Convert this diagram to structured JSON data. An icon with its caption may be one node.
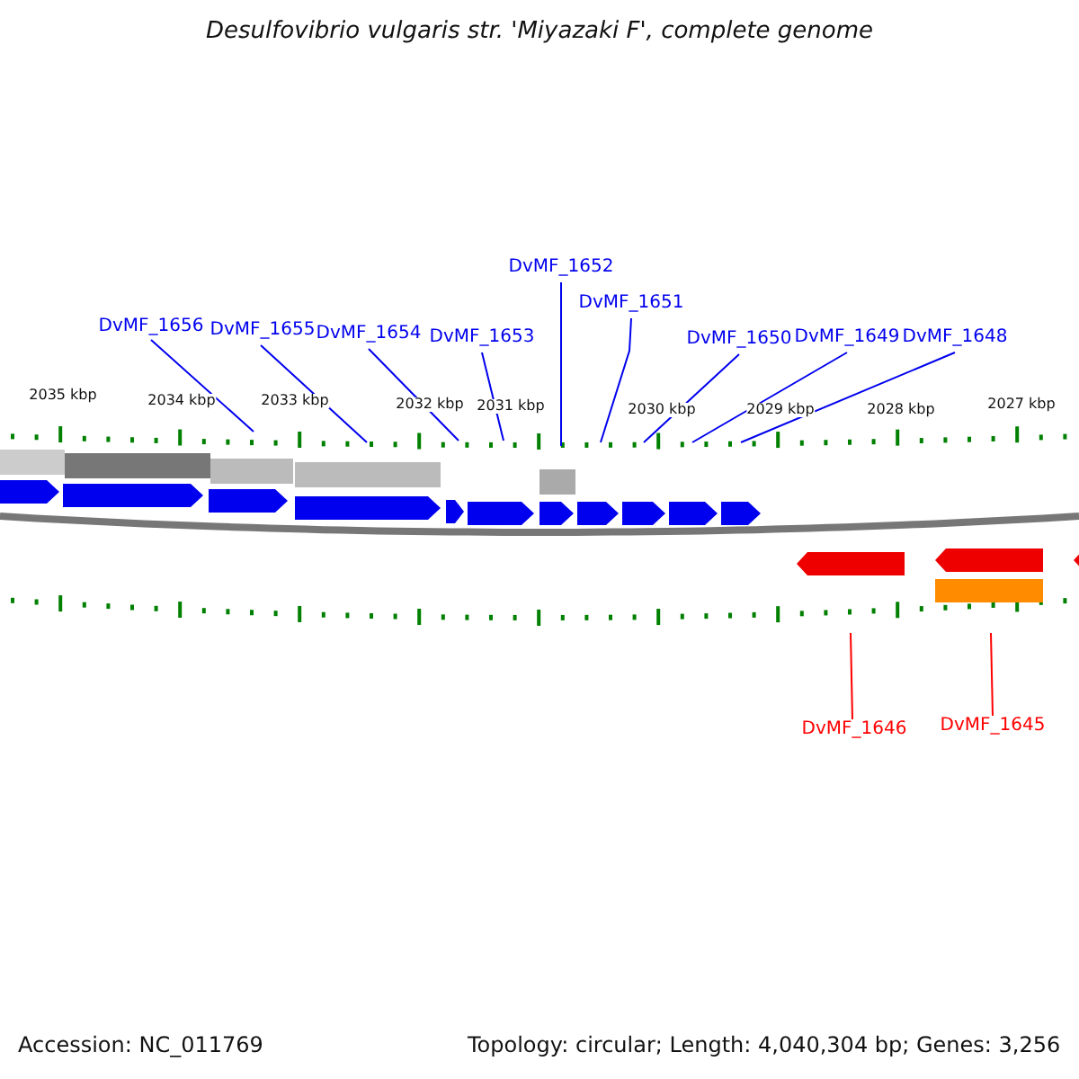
{
  "diagram": {
    "title": "Desulfovibrio vulgaris str. 'Miyazaki F', complete genome",
    "nodes": [
      {
        "text": [
          "DvMF_1656"
        ]
      },
      {
        "text": [
          "DvMF_1655"
        ]
      },
      {
        "text": [
          "DvMF_1654"
        ]
      },
      {
        "text": [
          "DvMF_1653"
        ]
      },
      {
        "text": [
          "DvMF_1652"
        ]
      },
      {
        "text": [
          "DvMF_1651"
        ]
      },
      {
        "text": [
          "DvMF_1650"
        ]
      },
      {
        "text": [
          "DvMF_1649"
        ]
      },
      {
        "text": [
          "DvMF_1648"
        ]
      },
      {
        "text": [
          "DvMF_1646"
        ]
      },
      {
        "text": [
          "DvMF_1645"
        ]
      }
    ],
    "edges": [
      {
        "from": 0,
        "to": null,
        "arrow": "none"
      },
      {
        "from": 1,
        "to": null,
        "arrow": "none"
      },
      {
        "from": 2,
        "to": null,
        "arrow": "none"
      },
      {
        "from": 3,
        "to": null,
        "arrow": "none"
      },
      {
        "from": 4,
        "to": null,
        "arrow": "none"
      },
      {
        "from": 5,
        "to": null,
        "arrow": "none"
      },
      {
        "from": 6,
        "to": null,
        "arrow": "none"
      },
      {
        "from": 7,
        "to": null,
        "arrow": "none"
      },
      {
        "from": 8,
        "to": null,
        "arrow": "none"
      },
      {
        "from": 9,
        "to": null,
        "arrow": "none",
        "color": "#ff0000"
      },
      {
        "from": 10,
        "to": null,
        "arrow": "none",
        "color": "#ff0000"
      }
    ],
    "labels": [
      "2035 kbp",
      "2034 kbp",
      "2033 kbp",
      "2032 kbp",
      "2031 kbp",
      "2030 kbp",
      "2029 kbp",
      "2028 kbp",
      "2027 kbp",
      "Accession: NC_011769",
      "Topology: circular; Length: 4,040,304 bp; Genes: 3,256"
    ]
  }
}
